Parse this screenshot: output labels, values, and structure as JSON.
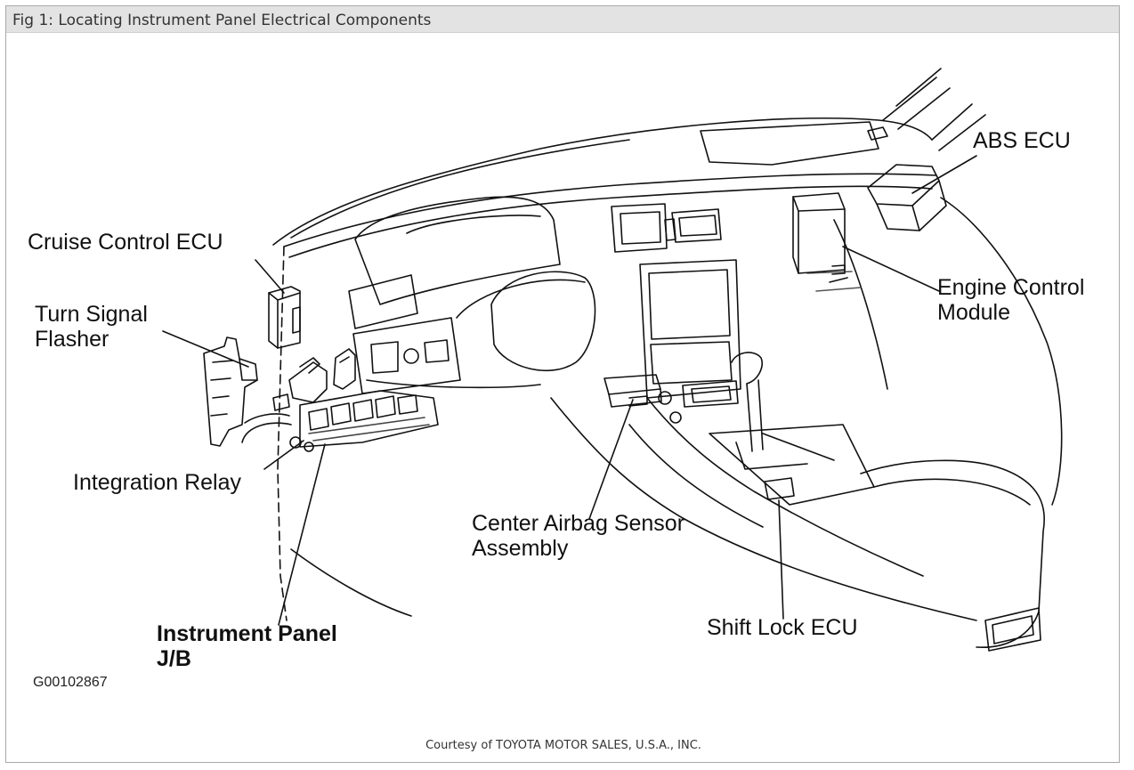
{
  "window": {
    "title": "Fig 1: Locating Instrument Panel Electrical Components"
  },
  "labels": {
    "abs_ecu": "ABS ECU",
    "cruise_control_ecu": "Cruise Control ECU",
    "turn_signal_line1": "Turn Signal",
    "turn_signal_line2": "Flasher",
    "engine_control_line1": "Engine Control",
    "engine_control_line2": "Module",
    "integration_relay": "Integration Relay",
    "center_airbag_line1": "Center Airbag Sensor",
    "center_airbag_line2": "Assembly",
    "shift_lock_ecu": "Shift Lock ECU",
    "instrument_panel_line1": "Instrument Panel",
    "instrument_panel_line2": "J/B"
  },
  "figure_code": "G00102867",
  "credit": "Courtesy of TOYOTA MOTOR SALES, U.S.A., INC.",
  "colors": {
    "title_bar": "#e3e3e3",
    "border": "#a9a9a9",
    "ink": "#111111"
  }
}
